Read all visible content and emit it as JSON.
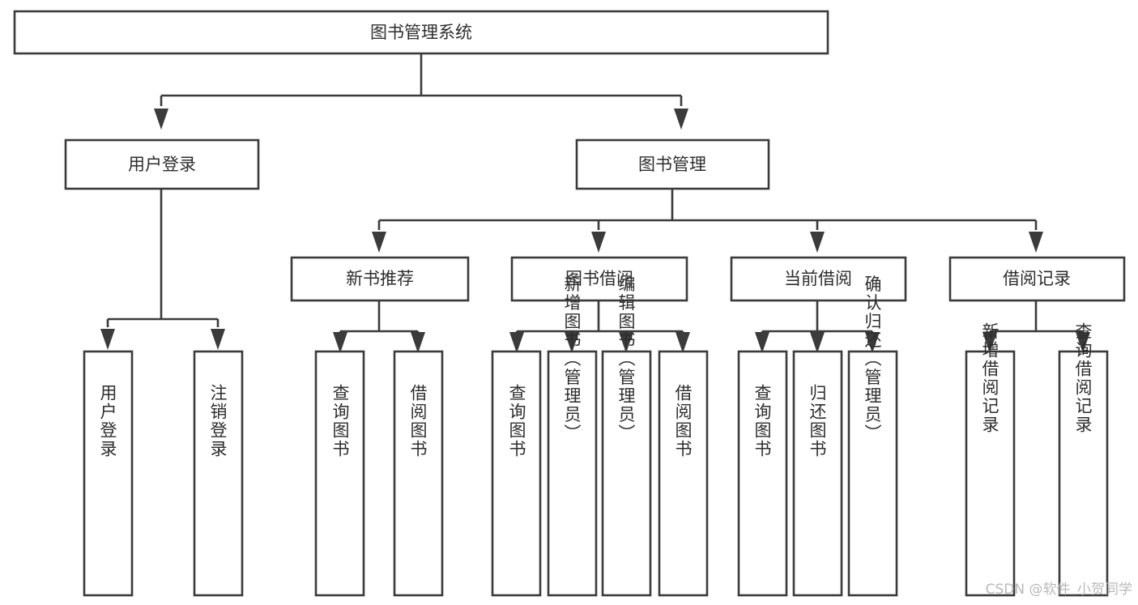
{
  "diagram": {
    "type": "tree-hierarchy",
    "title": "图书管理系统",
    "orientation": "top-down",
    "colors": {
      "stroke": "#3b3b3b",
      "box_fill": "#ffffff",
      "text": "#2d2d2d",
      "background": "#ffffff",
      "watermark": "#b9b9b9"
    },
    "root": {
      "label": "图书管理系统"
    },
    "level2": [
      {
        "id": "user-login",
        "label": "用户登录"
      },
      {
        "id": "book-manage",
        "label": "图书管理"
      }
    ],
    "level3": [
      {
        "id": "new-book-rec",
        "label": "新书推荐",
        "parent": "book-manage"
      },
      {
        "id": "book-borrow",
        "label": "图书借阅",
        "parent": "book-manage"
      },
      {
        "id": "current-borrow",
        "label": "当前借阅",
        "parent": "book-manage"
      },
      {
        "id": "borrow-record",
        "label": "借阅记录",
        "parent": "book-manage"
      }
    ],
    "leaves": [
      {
        "id": "leaf-user-login",
        "label": "用户登录",
        "parent": "user-login"
      },
      {
        "id": "leaf-logout-login",
        "label": "注销登录",
        "parent": "user-login"
      },
      {
        "id": "leaf-query-book-1",
        "label": "查询图书",
        "parent": "new-book-rec"
      },
      {
        "id": "leaf-borrow-book-1",
        "label": "借阅图书",
        "parent": "new-book-rec"
      },
      {
        "id": "leaf-query-book-2",
        "label": "查询图书",
        "parent": "book-borrow"
      },
      {
        "id": "leaf-add-book",
        "label": "新增图书（管理员）",
        "parent": "book-borrow"
      },
      {
        "id": "leaf-edit-book",
        "label": "编辑图书（管理员）",
        "parent": "book-borrow"
      },
      {
        "id": "leaf-borrow-book-2",
        "label": "借阅图书",
        "parent": "book-borrow"
      },
      {
        "id": "leaf-query-book-3",
        "label": "查询图书",
        "parent": "current-borrow"
      },
      {
        "id": "leaf-return-book",
        "label": "归还图书",
        "parent": "current-borrow"
      },
      {
        "id": "leaf-confirm-return",
        "label": "确认归还（管理员）",
        "parent": "current-borrow"
      },
      {
        "id": "leaf-add-record",
        "label": "新增借阅记录",
        "parent": "borrow-record"
      },
      {
        "id": "leaf-query-record",
        "label": "查询借阅记录",
        "parent": "borrow-record"
      }
    ],
    "watermark": "CSDN @软件_小贺同学"
  }
}
